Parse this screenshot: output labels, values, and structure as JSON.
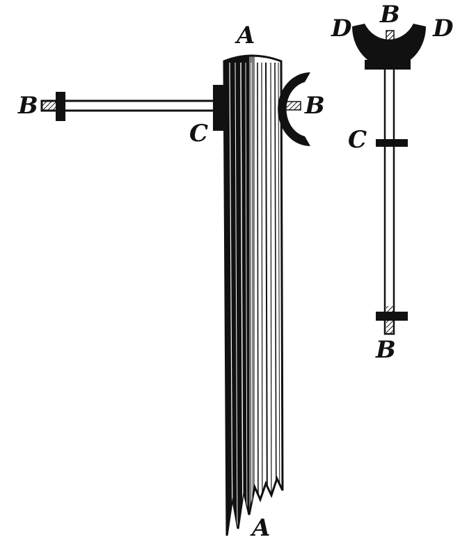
{
  "labels": {
    "post_top": "A",
    "post_bottom": "A",
    "arm_left_end": "B",
    "arm_right_end": "B",
    "collar": "C",
    "rod_top": "B",
    "rod_bottom": "B",
    "rod_collar": "C",
    "fork_left": "D",
    "fork_right": "D"
  },
  "colors": {
    "ink": "#111111",
    "paper": "#ffffff"
  }
}
